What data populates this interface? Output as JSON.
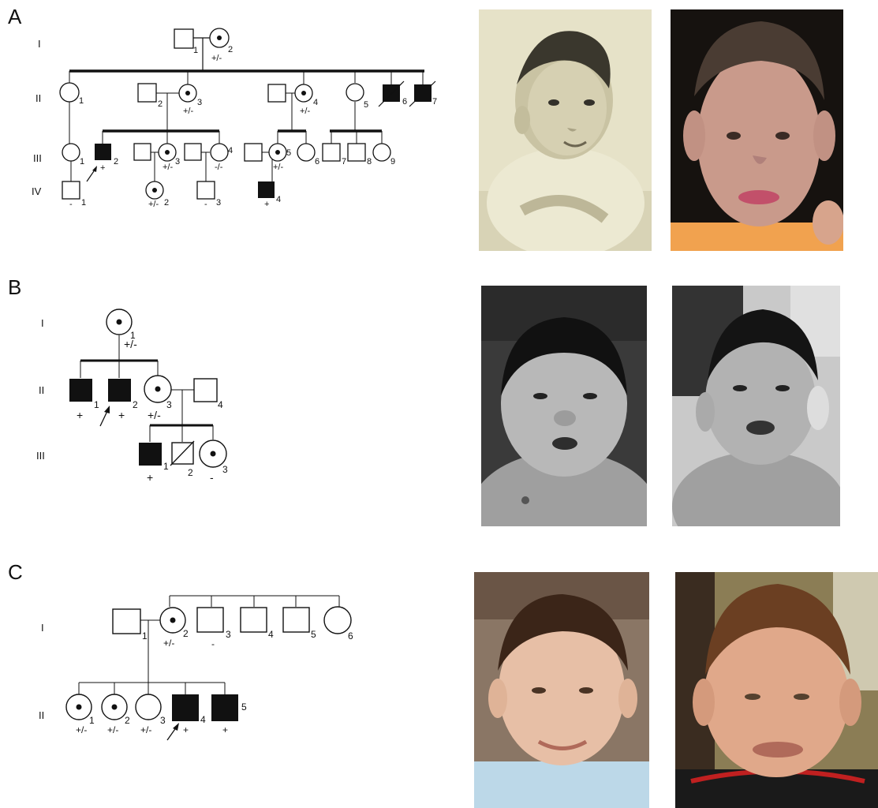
{
  "panels": [
    {
      "letter": "A",
      "generations": [
        "I",
        "II",
        "III",
        "IV"
      ],
      "photos": [
        "infant-face-photo",
        "adult-face-photo"
      ]
    },
    {
      "letter": "B",
      "generations": [
        "I",
        "II",
        "III"
      ],
      "photos": [
        "infant-face-photo",
        "toddler-face-photo"
      ]
    },
    {
      "letter": "C",
      "generations": [
        "I",
        "II"
      ],
      "photos": [
        "child-face-photo",
        "child-face-photo"
      ]
    }
  ],
  "pedigree_a": [
    {
      "id": "A-I-1",
      "sex": "male",
      "status": "unaffected",
      "num": "1",
      "geno": ""
    },
    {
      "id": "A-I-2",
      "sex": "female",
      "status": "carrier",
      "num": "2",
      "geno": "+/-"
    },
    {
      "id": "A-II-1",
      "sex": "female",
      "status": "unaffected",
      "num": "1",
      "geno": ""
    },
    {
      "id": "A-II-2",
      "sex": "male",
      "status": "unaffected",
      "num": "2",
      "geno": ""
    },
    {
      "id": "A-II-3",
      "sex": "female",
      "status": "carrier",
      "num": "3",
      "geno": "+/-"
    },
    {
      "id": "A-II-4m",
      "sex": "male",
      "status": "unaffected",
      "num": "",
      "geno": ""
    },
    {
      "id": "A-II-4",
      "sex": "female",
      "status": "carrier",
      "num": "4",
      "geno": "+/-"
    },
    {
      "id": "A-II-5",
      "sex": "female",
      "status": "unaffected",
      "num": "5",
      "geno": ""
    },
    {
      "id": "A-II-6",
      "sex": "male",
      "status": "affected-deceased",
      "num": "6",
      "geno": ""
    },
    {
      "id": "A-II-7",
      "sex": "male",
      "status": "affected-deceased",
      "num": "7",
      "geno": ""
    },
    {
      "id": "A-III-1",
      "sex": "female",
      "status": "unaffected",
      "num": "1",
      "geno": ""
    },
    {
      "id": "A-III-2",
      "sex": "male",
      "status": "affected-proband",
      "num": "2",
      "geno": "+"
    },
    {
      "id": "A-III-3m",
      "sex": "male",
      "status": "unaffected",
      "num": "",
      "geno": ""
    },
    {
      "id": "A-III-3",
      "sex": "female",
      "status": "carrier",
      "num": "3",
      "geno": "+/-"
    },
    {
      "id": "A-III-4m",
      "sex": "male",
      "status": "unaffected",
      "num": "",
      "geno": ""
    },
    {
      "id": "A-III-4",
      "sex": "female",
      "status": "unaffected",
      "num": "4",
      "geno": "-/-"
    },
    {
      "id": "A-III-5m",
      "sex": "male",
      "status": "unaffected",
      "num": "",
      "geno": ""
    },
    {
      "id": "A-III-5",
      "sex": "female",
      "status": "carrier",
      "num": "5",
      "geno": "+/-"
    },
    {
      "id": "A-III-6",
      "sex": "female",
      "status": "unaffected",
      "num": "6",
      "geno": ""
    },
    {
      "id": "A-III-7",
      "sex": "male",
      "status": "unaffected",
      "num": "7",
      "geno": ""
    },
    {
      "id": "A-III-8",
      "sex": "male",
      "status": "unaffected",
      "num": "8",
      "geno": ""
    },
    {
      "id": "A-III-9",
      "sex": "female",
      "status": "unaffected",
      "num": "9",
      "geno": ""
    },
    {
      "id": "A-IV-1",
      "sex": "male",
      "status": "unaffected",
      "num": "1",
      "geno": "-"
    },
    {
      "id": "A-IV-2",
      "sex": "female",
      "status": "carrier",
      "num": "2",
      "geno": "+/-"
    },
    {
      "id": "A-IV-3",
      "sex": "male",
      "status": "unaffected",
      "num": "3",
      "geno": "-"
    },
    {
      "id": "A-IV-4",
      "sex": "male",
      "status": "affected",
      "num": "4",
      "geno": "+"
    }
  ],
  "pedigree_b": [
    {
      "id": "B-I-1",
      "sex": "female",
      "status": "carrier",
      "num": "1",
      "geno": "+/-"
    },
    {
      "id": "B-II-1",
      "sex": "male",
      "status": "affected",
      "num": "1",
      "geno": "+"
    },
    {
      "id": "B-II-2",
      "sex": "male",
      "status": "affected-proband",
      "num": "2",
      "geno": "+"
    },
    {
      "id": "B-II-3",
      "sex": "female",
      "status": "carrier",
      "num": "3",
      "geno": "+/-"
    },
    {
      "id": "B-II-4",
      "sex": "male",
      "status": "unaffected",
      "num": "4",
      "geno": ""
    },
    {
      "id": "B-III-1",
      "sex": "male",
      "status": "affected",
      "num": "1",
      "geno": "+"
    },
    {
      "id": "B-III-2",
      "sex": "male",
      "status": "deceased",
      "num": "2",
      "geno": ""
    },
    {
      "id": "B-III-3",
      "sex": "female",
      "status": "carrier",
      "num": "3",
      "geno": "-"
    }
  ],
  "pedigree_c": [
    {
      "id": "C-I-1",
      "sex": "male",
      "status": "unaffected",
      "num": "1",
      "geno": ""
    },
    {
      "id": "C-I-2",
      "sex": "female",
      "status": "carrier",
      "num": "2",
      "geno": "+/-"
    },
    {
      "id": "C-I-3",
      "sex": "male",
      "status": "unaffected",
      "num": "3",
      "geno": "-"
    },
    {
      "id": "C-I-4",
      "sex": "male",
      "status": "unaffected",
      "num": "4",
      "geno": ""
    },
    {
      "id": "C-I-5",
      "sex": "male",
      "status": "unaffected",
      "num": "5",
      "geno": ""
    },
    {
      "id": "C-I-6",
      "sex": "female",
      "status": "unaffected",
      "num": "6",
      "geno": ""
    },
    {
      "id": "C-II-1",
      "sex": "female",
      "status": "carrier",
      "num": "1",
      "geno": "+/-"
    },
    {
      "id": "C-II-2",
      "sex": "female",
      "status": "carrier",
      "num": "2",
      "geno": "+/-"
    },
    {
      "id": "C-II-3",
      "sex": "female",
      "status": "unaffected",
      "num": "3",
      "geno": "+/-"
    },
    {
      "id": "C-II-4",
      "sex": "male",
      "status": "affected-proband",
      "num": "4",
      "geno": "+"
    },
    {
      "id": "C-II-5",
      "sex": "male",
      "status": "affected",
      "num": "5",
      "geno": "+"
    }
  ]
}
